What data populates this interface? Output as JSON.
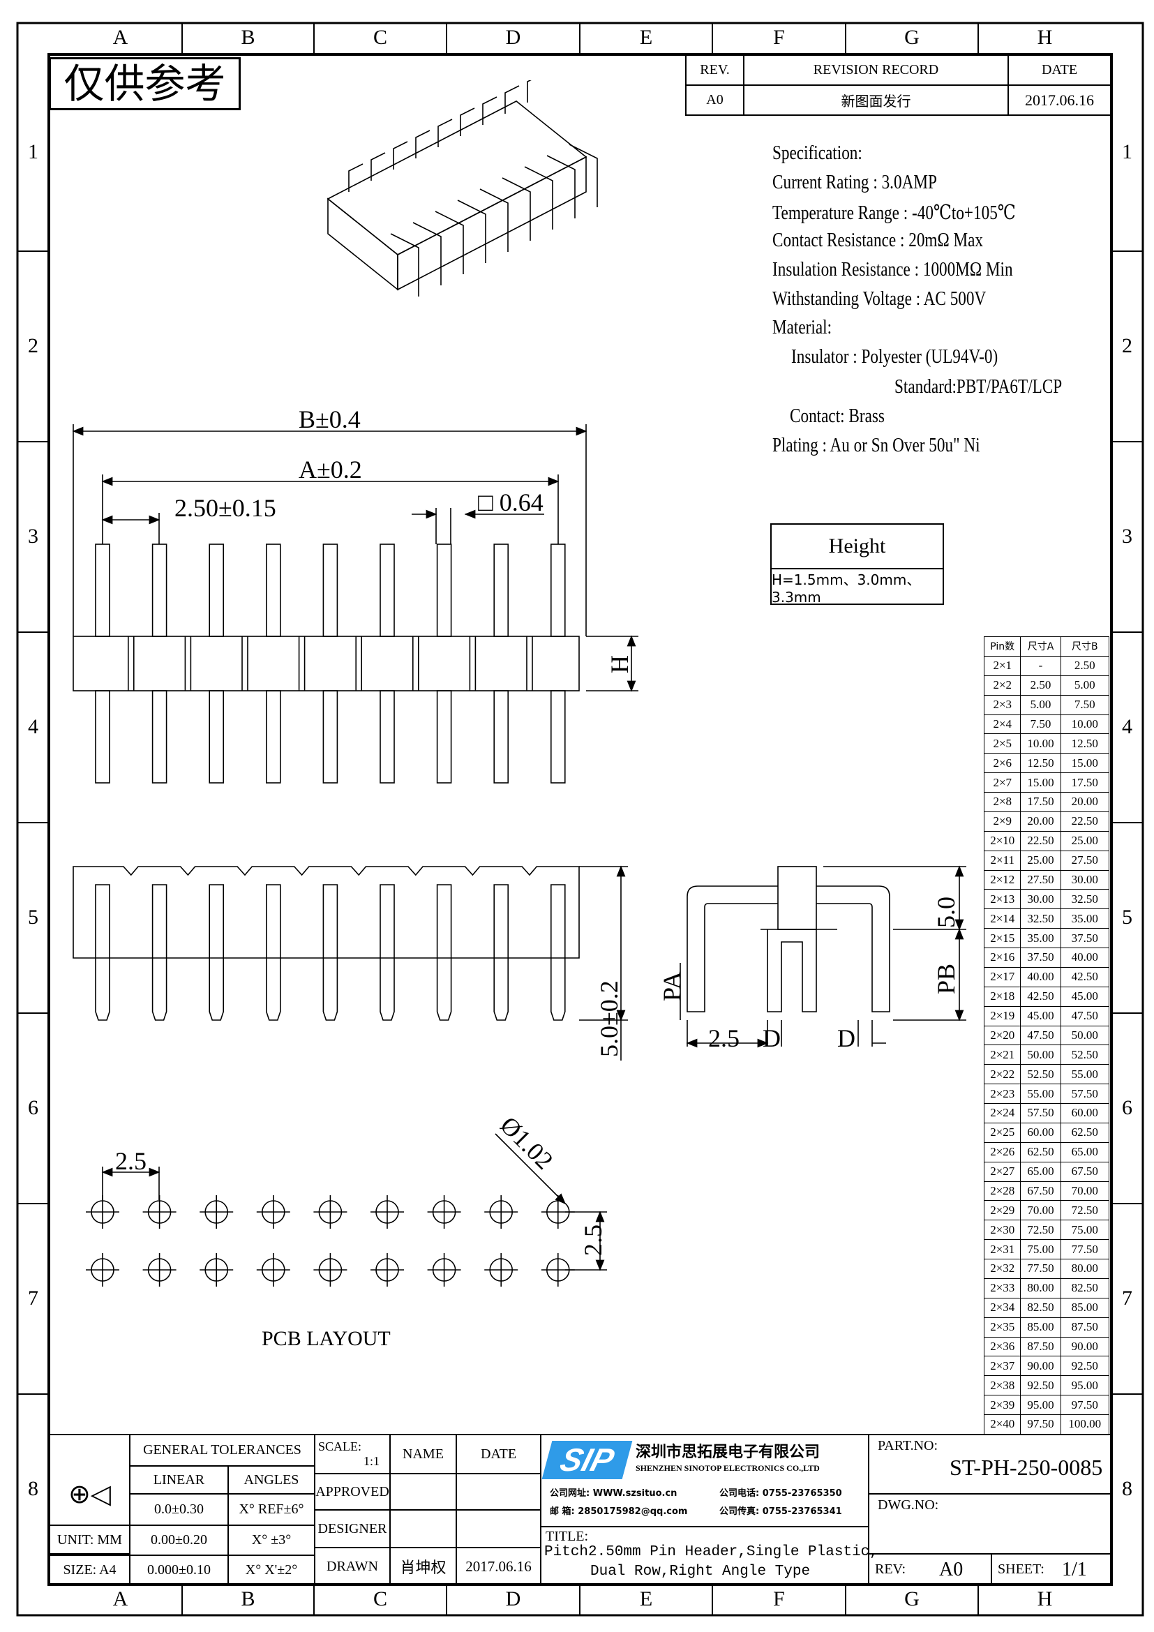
{
  "frame": {
    "columns": [
      "A",
      "B",
      "C",
      "D",
      "E",
      "F",
      "G",
      "H"
    ],
    "rows": [
      "1",
      "2",
      "3",
      "4",
      "5",
      "6",
      "7",
      "8"
    ]
  },
  "stamp": "仅供参考",
  "revision": {
    "headers": [
      "REV.",
      "REVISION RECORD",
      "DATE"
    ],
    "row": [
      "A0",
      "新图面发行",
      "2017.06.16"
    ]
  },
  "specification": {
    "title": "Specification:",
    "lines": [
      "Current Rating : 3.0AMP",
      "Temperature Range : -40℃to+105℃",
      "Contact Resistance : 20mΩ Max",
      "Insulation Resistance : 1000MΩ Min",
      "Withstanding Voltage : AC 500V",
      "Material:",
      "Insulator : Polyester (UL94V-0)",
      "Standard:PBT/PA6T/LCP",
      "Contact: Brass",
      "Plating : Au or Sn Over 50u\" Ni"
    ]
  },
  "height_box": {
    "title": "Height",
    "value": "H=1.5mm、3.0mm、3.3mm"
  },
  "dimensions": {
    "b": "B±0.4",
    "a": "A±0.2",
    "pitch": "2.50±0.15",
    "pin_size": "□ 0.64",
    "h": "H",
    "tail": "5.0±0.2",
    "side_5": "5.0",
    "pa": "PA",
    "pb": "PB",
    "side_pitch": "2.5",
    "d1": "D",
    "d2": "D",
    "pcb_pitch": "2.5",
    "pcb_row": "2.5",
    "hole": "Ø1.02",
    "pcb_label": "PCB LAYOUT"
  },
  "pin_table": {
    "headers": [
      "Pin数",
      "尺寸A",
      "尺寸B"
    ],
    "rows": [
      [
        "2×1",
        "-",
        "2.50"
      ],
      [
        "2×2",
        "2.50",
        "5.00"
      ],
      [
        "2×3",
        "5.00",
        "7.50"
      ],
      [
        "2×4",
        "7.50",
        "10.00"
      ],
      [
        "2×5",
        "10.00",
        "12.50"
      ],
      [
        "2×6",
        "12.50",
        "15.00"
      ],
      [
        "2×7",
        "15.00",
        "17.50"
      ],
      [
        "2×8",
        "17.50",
        "20.00"
      ],
      [
        "2×9",
        "20.00",
        "22.50"
      ],
      [
        "2×10",
        "22.50",
        "25.00"
      ],
      [
        "2×11",
        "25.00",
        "27.50"
      ],
      [
        "2×12",
        "27.50",
        "30.00"
      ],
      [
        "2×13",
        "30.00",
        "32.50"
      ],
      [
        "2×14",
        "32.50",
        "35.00"
      ],
      [
        "2×15",
        "35.00",
        "37.50"
      ],
      [
        "2×16",
        "37.50",
        "40.00"
      ],
      [
        "2×17",
        "40.00",
        "42.50"
      ],
      [
        "2×18",
        "42.50",
        "45.00"
      ],
      [
        "2×19",
        "45.00",
        "47.50"
      ],
      [
        "2×20",
        "47.50",
        "50.00"
      ],
      [
        "2×21",
        "50.00",
        "52.50"
      ],
      [
        "2×22",
        "52.50",
        "55.00"
      ],
      [
        "2×23",
        "55.00",
        "57.50"
      ],
      [
        "2×24",
        "57.50",
        "60.00"
      ],
      [
        "2×25",
        "60.00",
        "62.50"
      ],
      [
        "2×26",
        "62.50",
        "65.00"
      ],
      [
        "2×27",
        "65.00",
        "67.50"
      ],
      [
        "2×28",
        "67.50",
        "70.00"
      ],
      [
        "2×29",
        "70.00",
        "72.50"
      ],
      [
        "2×30",
        "72.50",
        "75.00"
      ],
      [
        "2×31",
        "75.00",
        "77.50"
      ],
      [
        "2×32",
        "77.50",
        "80.00"
      ],
      [
        "2×33",
        "80.00",
        "82.50"
      ],
      [
        "2×34",
        "82.50",
        "85.00"
      ],
      [
        "2×35",
        "85.00",
        "87.50"
      ],
      [
        "2×36",
        "87.50",
        "90.00"
      ],
      [
        "2×37",
        "90.00",
        "92.50"
      ],
      [
        "2×38",
        "92.50",
        "95.00"
      ],
      [
        "2×39",
        "95.00",
        "97.50"
      ],
      [
        "2×40",
        "97.50",
        "100.00"
      ]
    ]
  },
  "title_block": {
    "general_tolerances": "GENERAL TOLERANCES",
    "linear": "LINEAR",
    "angles": "ANGLES",
    "tol": [
      [
        "0.0±0.30",
        "X° REF±6°"
      ],
      [
        "0.00±0.20",
        "X° ±3°"
      ],
      [
        "0.000±0.10",
        "X° X'±2°"
      ]
    ],
    "unit": "UNIT: MM",
    "size": "SIZE: A4",
    "scale_label": "SCALE:",
    "scale": "1:1",
    "name": "NAME",
    "date": "DATE",
    "approved": "APPROVED",
    "designer": "DESIGNER",
    "drawn": "DRAWN",
    "drawn_name": "肖坤权",
    "drawn_date": "2017.06.16",
    "company_cn": "深圳市思拓展电子有限公司",
    "company_en": "SHENZHEN SINOTOP ELECTRONICS CO.,LTD",
    "website": "公司网址: WWW.szsituo.cn",
    "email": "邮 箱: 2850175982@qq.com",
    "phone": "公司电话: 0755-23765350",
    "fax": "公司传真: 0755-23765341",
    "logo_text": "SIP",
    "title_label": "TITLE:",
    "title_1": "Pitch2.50mm Pin Header,Single Plastic,",
    "title_2": "Dual Row,Right Angle Type",
    "part_no_label": "PART.NO:",
    "part_no": "ST-PH-250-0085",
    "dwg_no_label": "DWG.NO:",
    "rev_label": "REV:",
    "rev": "A0",
    "sheet_label": "SHEET:",
    "sheet": "1/1",
    "logo_color": "#2f9be8"
  }
}
